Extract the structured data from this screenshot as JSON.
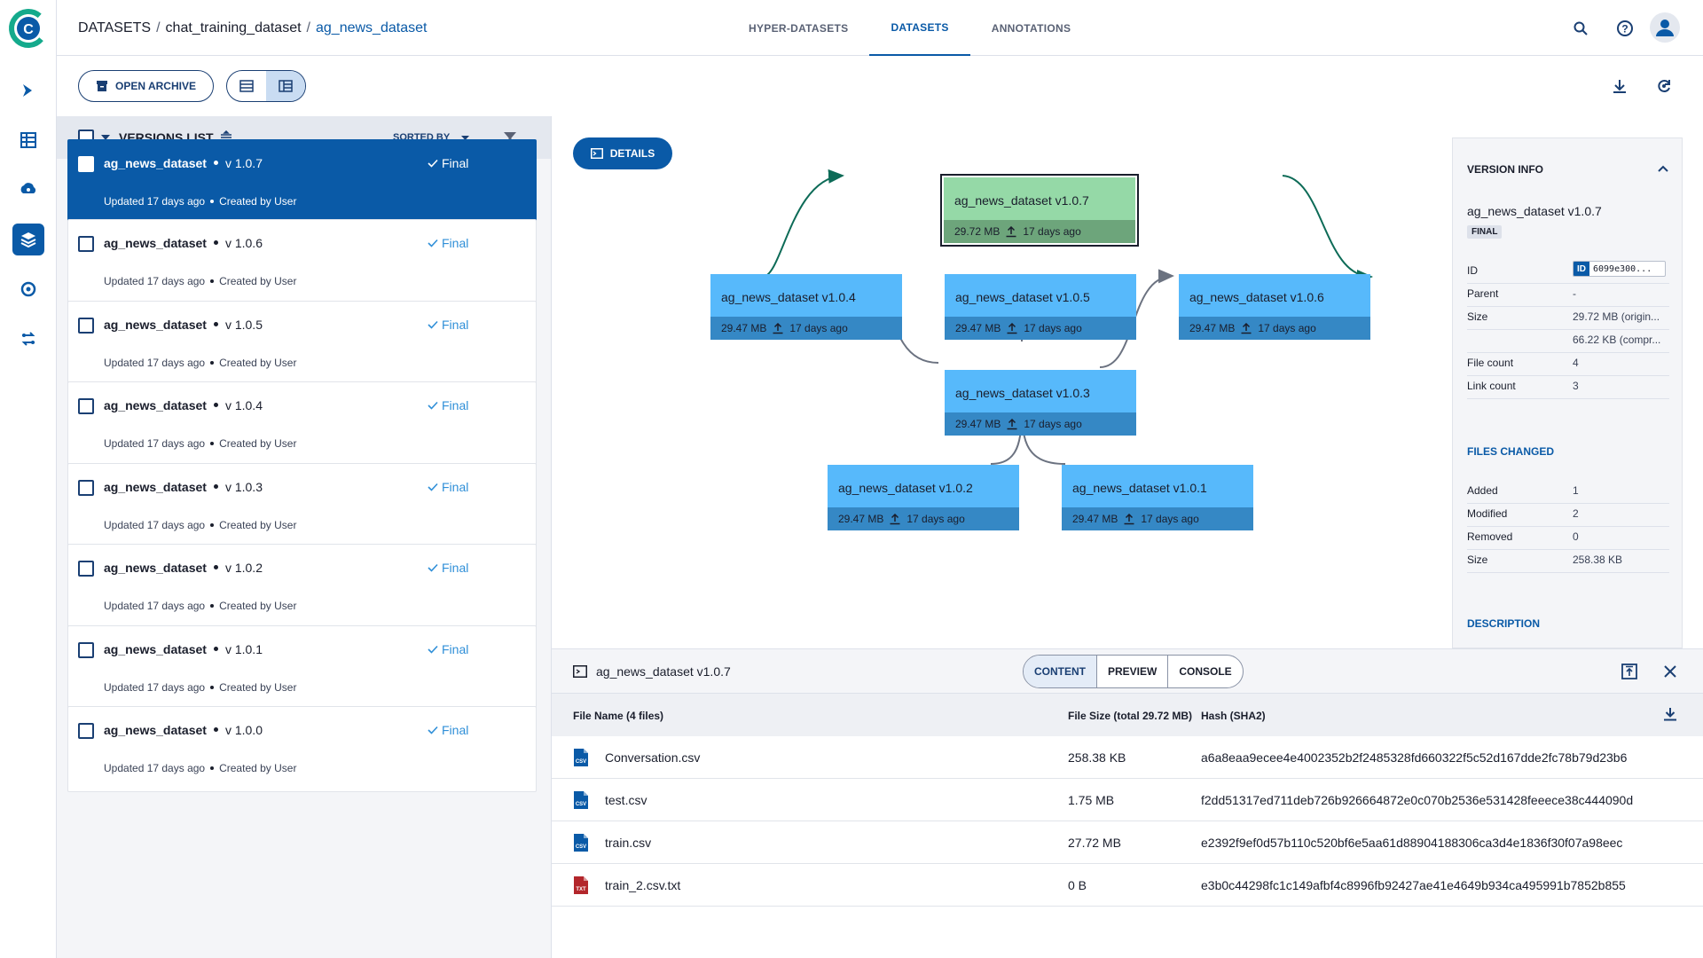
{
  "nav": {
    "items": [
      "pipelines-icon",
      "projects-icon",
      "models-icon",
      "datasets-icon",
      "experiments-icon",
      "orchestration-icon"
    ]
  },
  "header": {
    "breadcrumb": [
      "DATASETS",
      "chat_training_dataset",
      "ag_news_dataset"
    ],
    "tabs": [
      "HYPER-DATASETS",
      "DATASETS",
      "ANNOTATIONS"
    ],
    "active_tab": "DATASETS"
  },
  "toolbar": {
    "open_archive_label": "OPEN ARCHIVE"
  },
  "versions_list": {
    "title": "VERSIONS LIST",
    "sorted_by_label": "SORTED BY",
    "items": [
      {
        "name": "ag_news_dataset",
        "version": "v 1.0.7",
        "status": "Final",
        "updated": "Updated 17 days ago",
        "created": "Created by User",
        "selected": true
      },
      {
        "name": "ag_news_dataset",
        "version": "v 1.0.6",
        "status": "Final",
        "updated": "Updated 17 days ago",
        "created": "Created by User"
      },
      {
        "name": "ag_news_dataset",
        "version": "v 1.0.5",
        "status": "Final",
        "updated": "Updated 17 days ago",
        "created": "Created by User"
      },
      {
        "name": "ag_news_dataset",
        "version": "v 1.0.4",
        "status": "Final",
        "updated": "Updated 17 days ago",
        "created": "Created by User"
      },
      {
        "name": "ag_news_dataset",
        "version": "v 1.0.3",
        "status": "Final",
        "updated": "Updated 17 days ago",
        "created": "Created by User"
      },
      {
        "name": "ag_news_dataset",
        "version": "v 1.0.2",
        "status": "Final",
        "updated": "Updated 17 days ago",
        "created": "Created by User"
      },
      {
        "name": "ag_news_dataset",
        "version": "v 1.0.1",
        "status": "Final",
        "updated": "Updated 17 days ago",
        "created": "Created by User"
      },
      {
        "name": "ag_news_dataset",
        "version": "v 1.0.0",
        "status": "Final",
        "updated": "Updated 17 days ago",
        "created": "Created by User"
      }
    ]
  },
  "graph": {
    "details_label": "DETAILS",
    "nodes": [
      {
        "title": "ag_news_dataset v1.0.7",
        "size": "29.72 MB",
        "age": "17 days ago"
      },
      {
        "title": "ag_news_dataset v1.0.4",
        "size": "29.47 MB",
        "age": "17 days ago"
      },
      {
        "title": "ag_news_dataset v1.0.5",
        "size": "29.47 MB",
        "age": "17 days ago"
      },
      {
        "title": "ag_news_dataset v1.0.6",
        "size": "29.47 MB",
        "age": "17 days ago"
      },
      {
        "title": "ag_news_dataset v1.0.3",
        "size": "29.47 MB",
        "age": "17 days ago"
      },
      {
        "title": "ag_news_dataset v1.0.2",
        "size": "29.47 MB",
        "age": "17 days ago"
      },
      {
        "title": "ag_news_dataset v1.0.1",
        "size": "29.47 MB",
        "age": "17 days ago"
      }
    ],
    "colors": {
      "node": "#57b9fb",
      "node_bar": "#3588c5",
      "selected_node": "#95d9a7",
      "edge": "#6b7280",
      "selected_edge": "#0d6b57"
    }
  },
  "version_info": {
    "title": "VERSION INFO",
    "name": "ag_news_dataset v1.0.7",
    "badge": "FINAL",
    "rows": [
      {
        "key": "ID",
        "value": "6099e300..."
      },
      {
        "key": "Parent",
        "value": "-"
      },
      {
        "key": "Size",
        "value": "29.72 MB (origin..."
      },
      {
        "key": "",
        "value": "66.22 KB (compr..."
      },
      {
        "key": "File count",
        "value": "4"
      },
      {
        "key": "Link count",
        "value": "3"
      }
    ],
    "files_changed_title": "FILES CHANGED",
    "files_changed": [
      {
        "key": "Added",
        "value": "1"
      },
      {
        "key": "Modified",
        "value": "2"
      },
      {
        "key": "Removed",
        "value": "0"
      },
      {
        "key": "Size",
        "value": "258.38 KB"
      }
    ],
    "description_title": "DESCRIPTION",
    "id_label": "ID"
  },
  "content_panel": {
    "title": "ag_news_dataset v1.0.7",
    "tabs": [
      "CONTENT",
      "PREVIEW",
      "CONSOLE"
    ],
    "active_tab": "CONTENT",
    "columns": [
      "File Name (4 files)",
      "File Size (total 29.72 MB)",
      "Hash (SHA2)"
    ],
    "files": [
      {
        "name": "Conversation.csv",
        "size": "258.38 KB",
        "hash": "a6a8eaa9ecee4e4002352b2f2485328fd660322f5c52d167dde2fc78b79d23b6",
        "type": "csv"
      },
      {
        "name": "test.csv",
        "size": "1.75 MB",
        "hash": "f2dd51317ed711deb726b926664872e0c070b2536e531428feeece38c444090d",
        "type": "csv"
      },
      {
        "name": "train.csv",
        "size": "27.72 MB",
        "hash": "e2392f9ef0d57b110c520bf6e5aa61d88904188306ca3d4e1836f30f07a98eec",
        "type": "csv"
      },
      {
        "name": "train_2.csv.txt",
        "size": "0 B",
        "hash": "e3b0c44298fc1c149afbf4c8996fb92427ae41e4649b934ca495991b7852b855",
        "type": "txt"
      }
    ],
    "file_icon_labels": {
      "csv": "CSV",
      "txt": "TXT"
    }
  }
}
